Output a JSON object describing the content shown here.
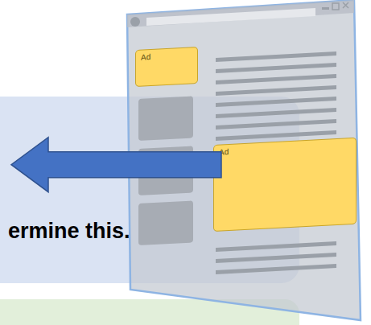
{
  "diagram": {
    "nodes": [
      {
        "text": [
          "ermine this."
        ]
      },
      {
        "text": [
          "Ad"
        ]
      },
      {
        "text": [
          "Ad"
        ]
      }
    ],
    "edges": [
      {
        "from": 2,
        "to": 0,
        "arrow": "to"
      }
    ]
  }
}
